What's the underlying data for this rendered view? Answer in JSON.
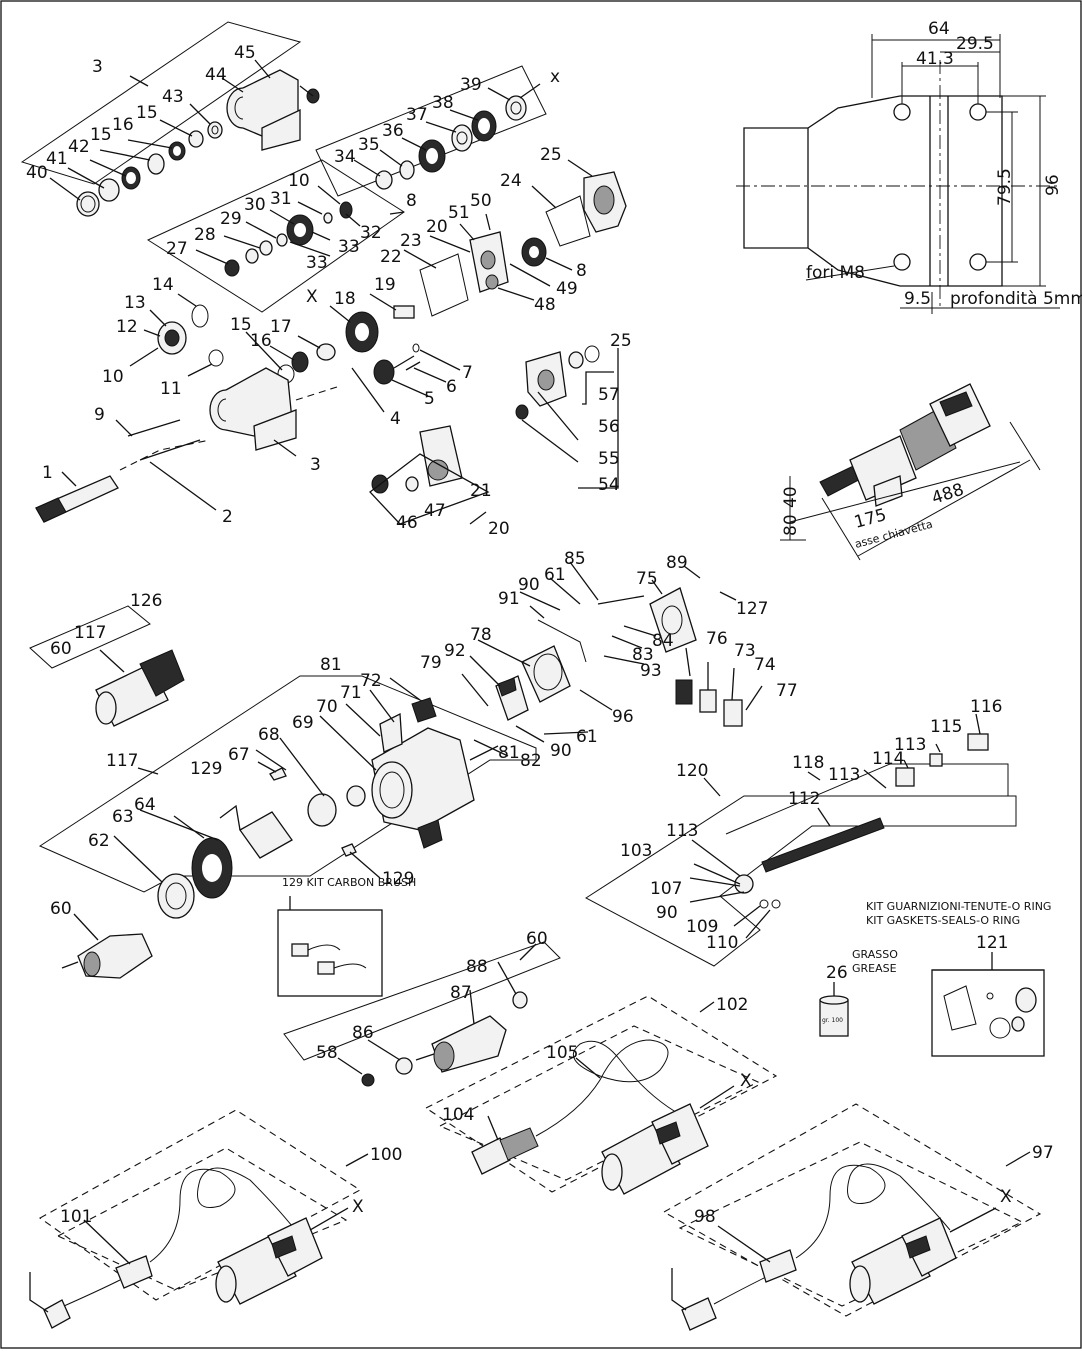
{
  "callouts": {
    "top_left": [
      "3",
      "45",
      "44",
      "43",
      "15",
      "16",
      "15",
      "42",
      "41",
      "40",
      "39",
      "x",
      "38",
      "37",
      "36",
      "35",
      "34",
      "25",
      "24",
      "10",
      "31",
      "30",
      "29",
      "28",
      "27",
      "32",
      "33",
      "33",
      "8",
      "50",
      "51",
      "20",
      "23",
      "22",
      "8",
      "49",
      "48",
      "14",
      "13",
      "12",
      "10",
      "15",
      "16",
      "17",
      "X",
      "18",
      "19",
      "11",
      "7",
      "6",
      "5",
      "4",
      "9",
      "3",
      "1",
      "2",
      "57",
      "25",
      "56",
      "55",
      "54",
      "21",
      "46",
      "47",
      "20"
    ],
    "middle": [
      "126",
      "117",
      "60",
      "85",
      "61",
      "90",
      "91",
      "75",
      "89",
      "127",
      "84",
      "83",
      "78",
      "92",
      "79",
      "76",
      "73",
      "74",
      "77",
      "93",
      "96",
      "81",
      "72",
      "71",
      "70",
      "69",
      "61",
      "90",
      "82",
      "81",
      "117",
      "129",
      "67",
      "68",
      "64",
      "63",
      "62",
      "60",
      "129"
    ],
    "right_middle": [
      "120",
      "118",
      "116",
      "115",
      "113",
      "114",
      "113",
      "112",
      "113",
      "103",
      "107",
      "90",
      "109",
      "110"
    ],
    "bottom": [
      "60",
      "88",
      "87",
      "86",
      "58",
      "102",
      "105",
      "X",
      "104",
      "100",
      "101",
      "X",
      "97",
      "98",
      "X"
    ],
    "misc": [
      "26",
      "121"
    ]
  },
  "labels": {
    "kit_carbon_brush": "129 KIT CARBON BRUSH",
    "grasso": "GRASSO",
    "grease": "GREASE",
    "grease_can": "gr. 100",
    "kit_it": "KIT GUARNIZIONI-TENUTE-O RING",
    "kit_en": "KIT GASKETS-SEALS-O RING"
  },
  "dimensions": {
    "d64": "64",
    "d29_5": "29.5",
    "d41_3": "41.3",
    "d79_5": "79.5",
    "d96": "96",
    "fori": "fori M8",
    "d9_5": "9.5",
    "profondita": "profondità 5mm",
    "d40": "40",
    "d80": "80",
    "d175": "175",
    "asse": "asse chiavetta",
    "d488": "488"
  }
}
